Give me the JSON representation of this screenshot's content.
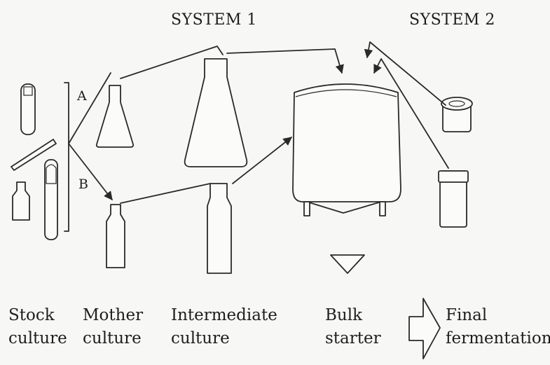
{
  "headers": {
    "system1": "SYSTEM 1",
    "system2": "SYSTEM 2"
  },
  "branches": {
    "a": "A",
    "b": "B"
  },
  "stages": [
    {
      "line1": "Stock",
      "line2": "culture"
    },
    {
      "line1": "Mother",
      "line2": "culture"
    },
    {
      "line1": "Intermediate",
      "line2": "culture"
    },
    {
      "line1": "Bulk",
      "line2": "starter"
    },
    {
      "line1": "Final",
      "line2": "fermentation"
    }
  ]
}
